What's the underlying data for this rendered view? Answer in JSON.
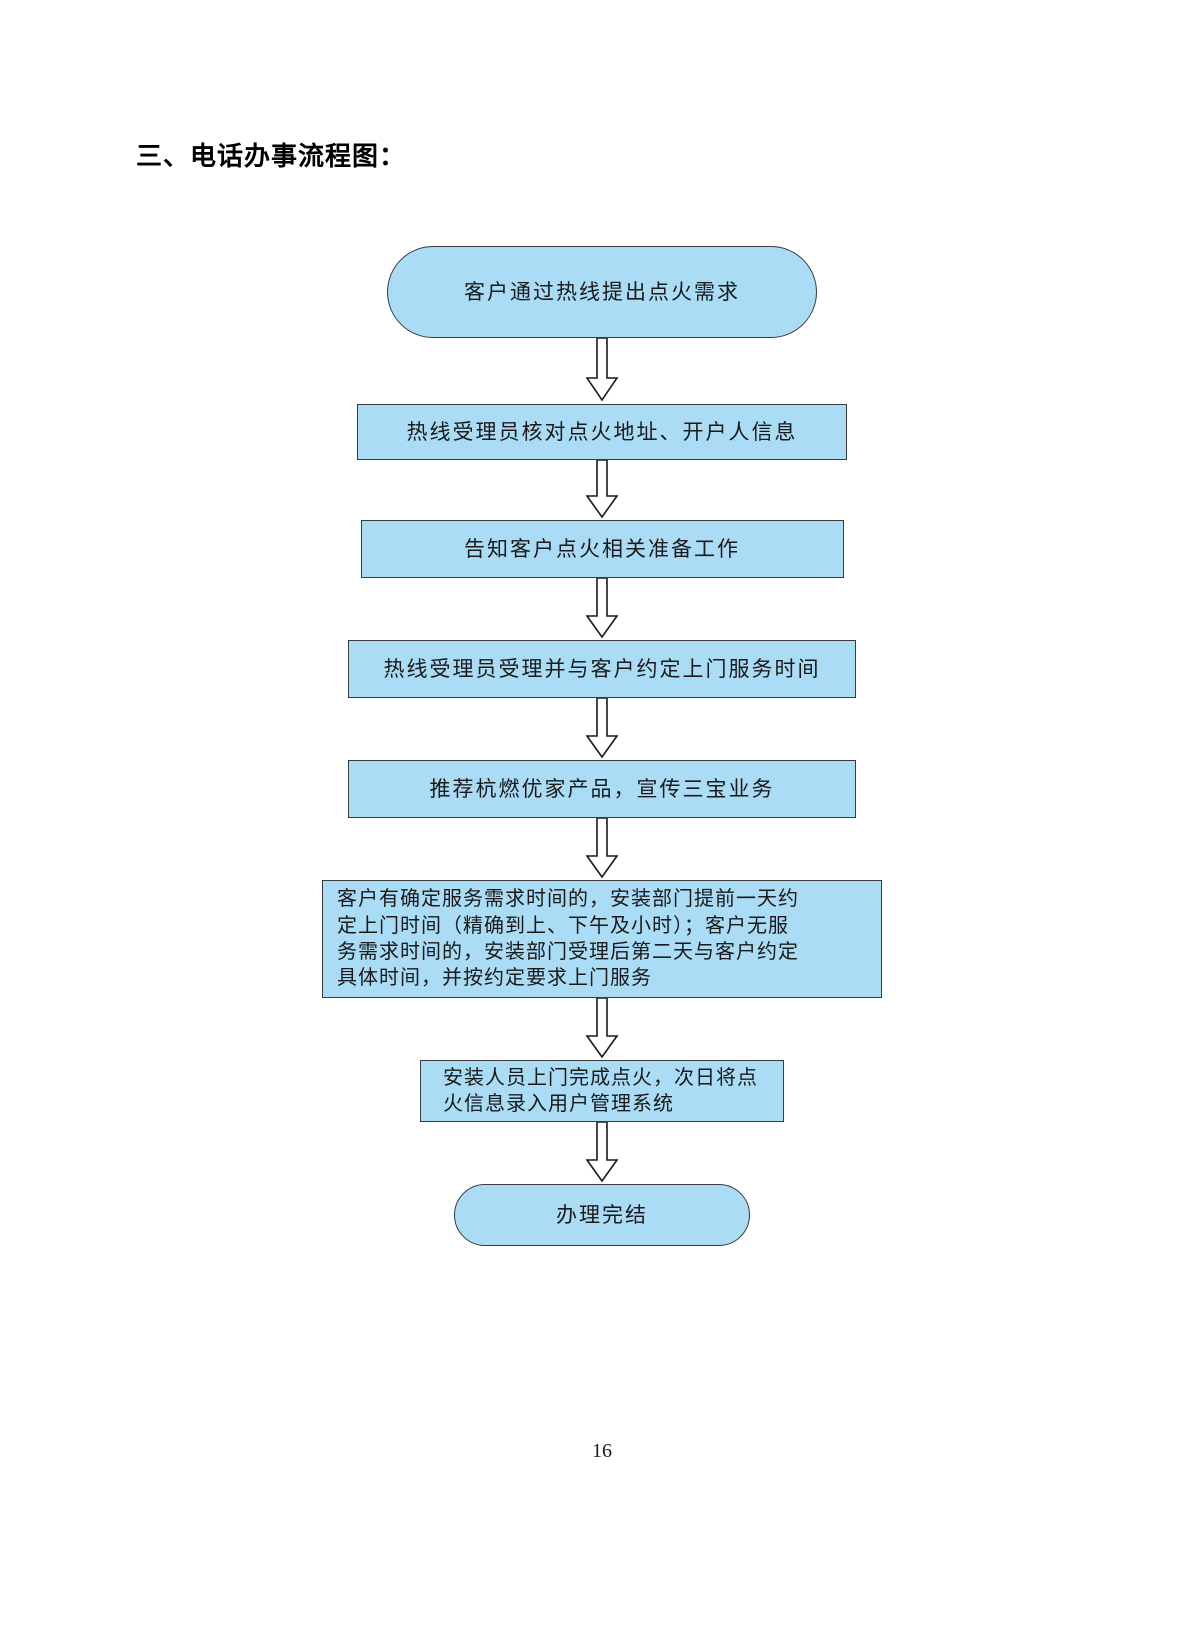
{
  "document": {
    "heading": "三、电话办事流程图：",
    "page_number": "16"
  },
  "theme": {
    "node_fill": "#aadcf5",
    "node_border": "#3a3a3a",
    "arrow_stroke": "#1a1a1a",
    "arrow_fill": "#ffffff",
    "text_color": "#1a1a1a",
    "background": "#ffffff"
  },
  "flowchart": {
    "title": "三、电话办事流程图：",
    "orientation": "top-to-bottom",
    "connector_style": "hollow-block-arrow",
    "nodes": [
      {
        "id": "start",
        "shape": "terminator",
        "label": "客户通过热线提出点火需求"
      },
      {
        "id": "verify",
        "shape": "process",
        "label": "热线受理员核对点火地址、开户人信息"
      },
      {
        "id": "inform",
        "shape": "process",
        "label": "告知客户点火相关准备工作"
      },
      {
        "id": "appointment",
        "shape": "process",
        "label": "热线受理员受理并与客户约定上门服务时间"
      },
      {
        "id": "promote",
        "shape": "process",
        "label": "推荐杭燃优家产品，宣传三宝业务"
      },
      {
        "id": "schedule",
        "shape": "process",
        "label": "客户有确定服务需求时间的，安装部门提前一天约\n定上门时间（精确到上、下午及小时）；客户无服\n务需求时间的，安装部门受理后第二天与客户约定\n具体时间，并按约定要求上门服务"
      },
      {
        "id": "install",
        "shape": "process",
        "label": "安装人员上门完成点火，次日将点\n火信息录入用户管理系统"
      },
      {
        "id": "end",
        "shape": "terminator",
        "label": "办理完结"
      }
    ],
    "edges": [
      {
        "from": "start",
        "to": "verify",
        "icon": "down-arrow-icon"
      },
      {
        "from": "verify",
        "to": "inform",
        "icon": "down-arrow-icon"
      },
      {
        "from": "inform",
        "to": "appointment",
        "icon": "down-arrow-icon"
      },
      {
        "from": "appointment",
        "to": "promote",
        "icon": "down-arrow-icon"
      },
      {
        "from": "promote",
        "to": "schedule",
        "icon": "down-arrow-icon"
      },
      {
        "from": "schedule",
        "to": "install",
        "icon": "down-arrow-icon"
      },
      {
        "from": "install",
        "to": "end",
        "icon": "down-arrow-icon"
      }
    ]
  }
}
